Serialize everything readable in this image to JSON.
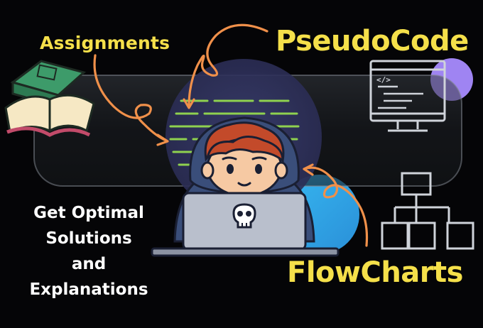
{
  "labels": {
    "assignments": "Assignments",
    "pseudocode": "PseudoCode",
    "flowcharts": "FlowCharts"
  },
  "tagline": [
    "Get Optimal",
    "Solutions",
    "and",
    "Explanations"
  ],
  "colors": {
    "background": "#050507",
    "accent_yellow": "#f5e04a",
    "arrow_orange": "#f0904a",
    "code_green": "#8fd14f",
    "hoodie_blue": "#3a4e7a",
    "laptop_gray": "#b9bfcc",
    "outline_gray": "#cfd3da"
  },
  "icons": [
    "books-icon",
    "code-monitor-icon",
    "flowchart-icon",
    "skull-icon",
    "curved-arrow-icon"
  ]
}
